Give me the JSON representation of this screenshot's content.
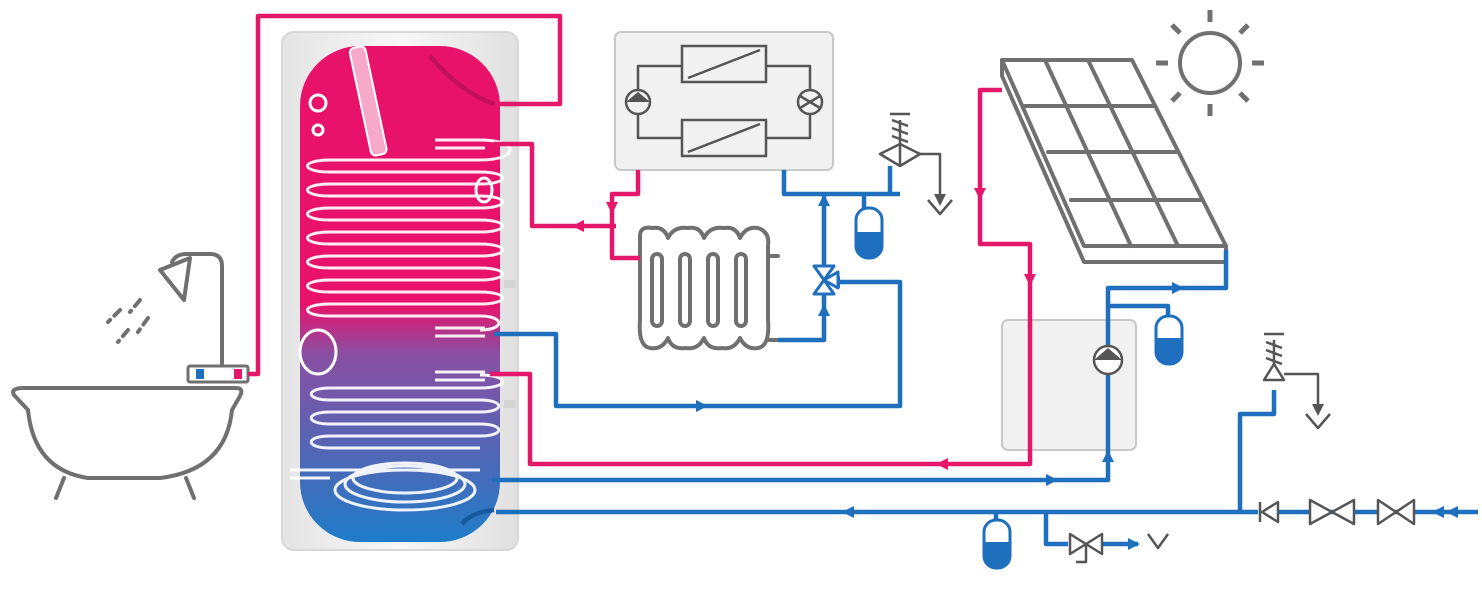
{
  "colors": {
    "hot": "#e5176b",
    "cold": "#1e6fbd",
    "outline": "#707070",
    "panel": "#f1f1f1",
    "tank_top": "#e8126a",
    "tank_mid": "#8a4fa2",
    "tank_bottom": "#1e7cc8"
  },
  "components": [
    {
      "id": "bathtub",
      "icon": "bathtub-icon"
    },
    {
      "id": "shower",
      "icon": "shower-icon"
    },
    {
      "id": "mixing-valve",
      "icon": "thermostatic-mixer-icon"
    },
    {
      "id": "storage-tank",
      "icon": "hot-water-cylinder-icon"
    },
    {
      "id": "heat-pump",
      "icon": "heat-pump-unit-icon"
    },
    {
      "id": "radiator",
      "icon": "radiator-icon"
    },
    {
      "id": "solar-collector",
      "icon": "solar-panel-icon"
    },
    {
      "id": "sun",
      "icon": "sun-icon"
    },
    {
      "id": "solar-pump-station",
      "icon": "pump-station-icon"
    },
    {
      "id": "expansion-vessel",
      "icon": "expansion-vessel-icon"
    },
    {
      "id": "safety-valve",
      "icon": "safety-valve-icon"
    },
    {
      "id": "three-way-valve",
      "icon": "three-way-valve-icon"
    },
    {
      "id": "check-valve",
      "icon": "check-valve-icon"
    },
    {
      "id": "shutoff-valve",
      "icon": "shutoff-valve-icon"
    },
    {
      "id": "drain",
      "icon": "drain-funnel-icon"
    }
  ]
}
